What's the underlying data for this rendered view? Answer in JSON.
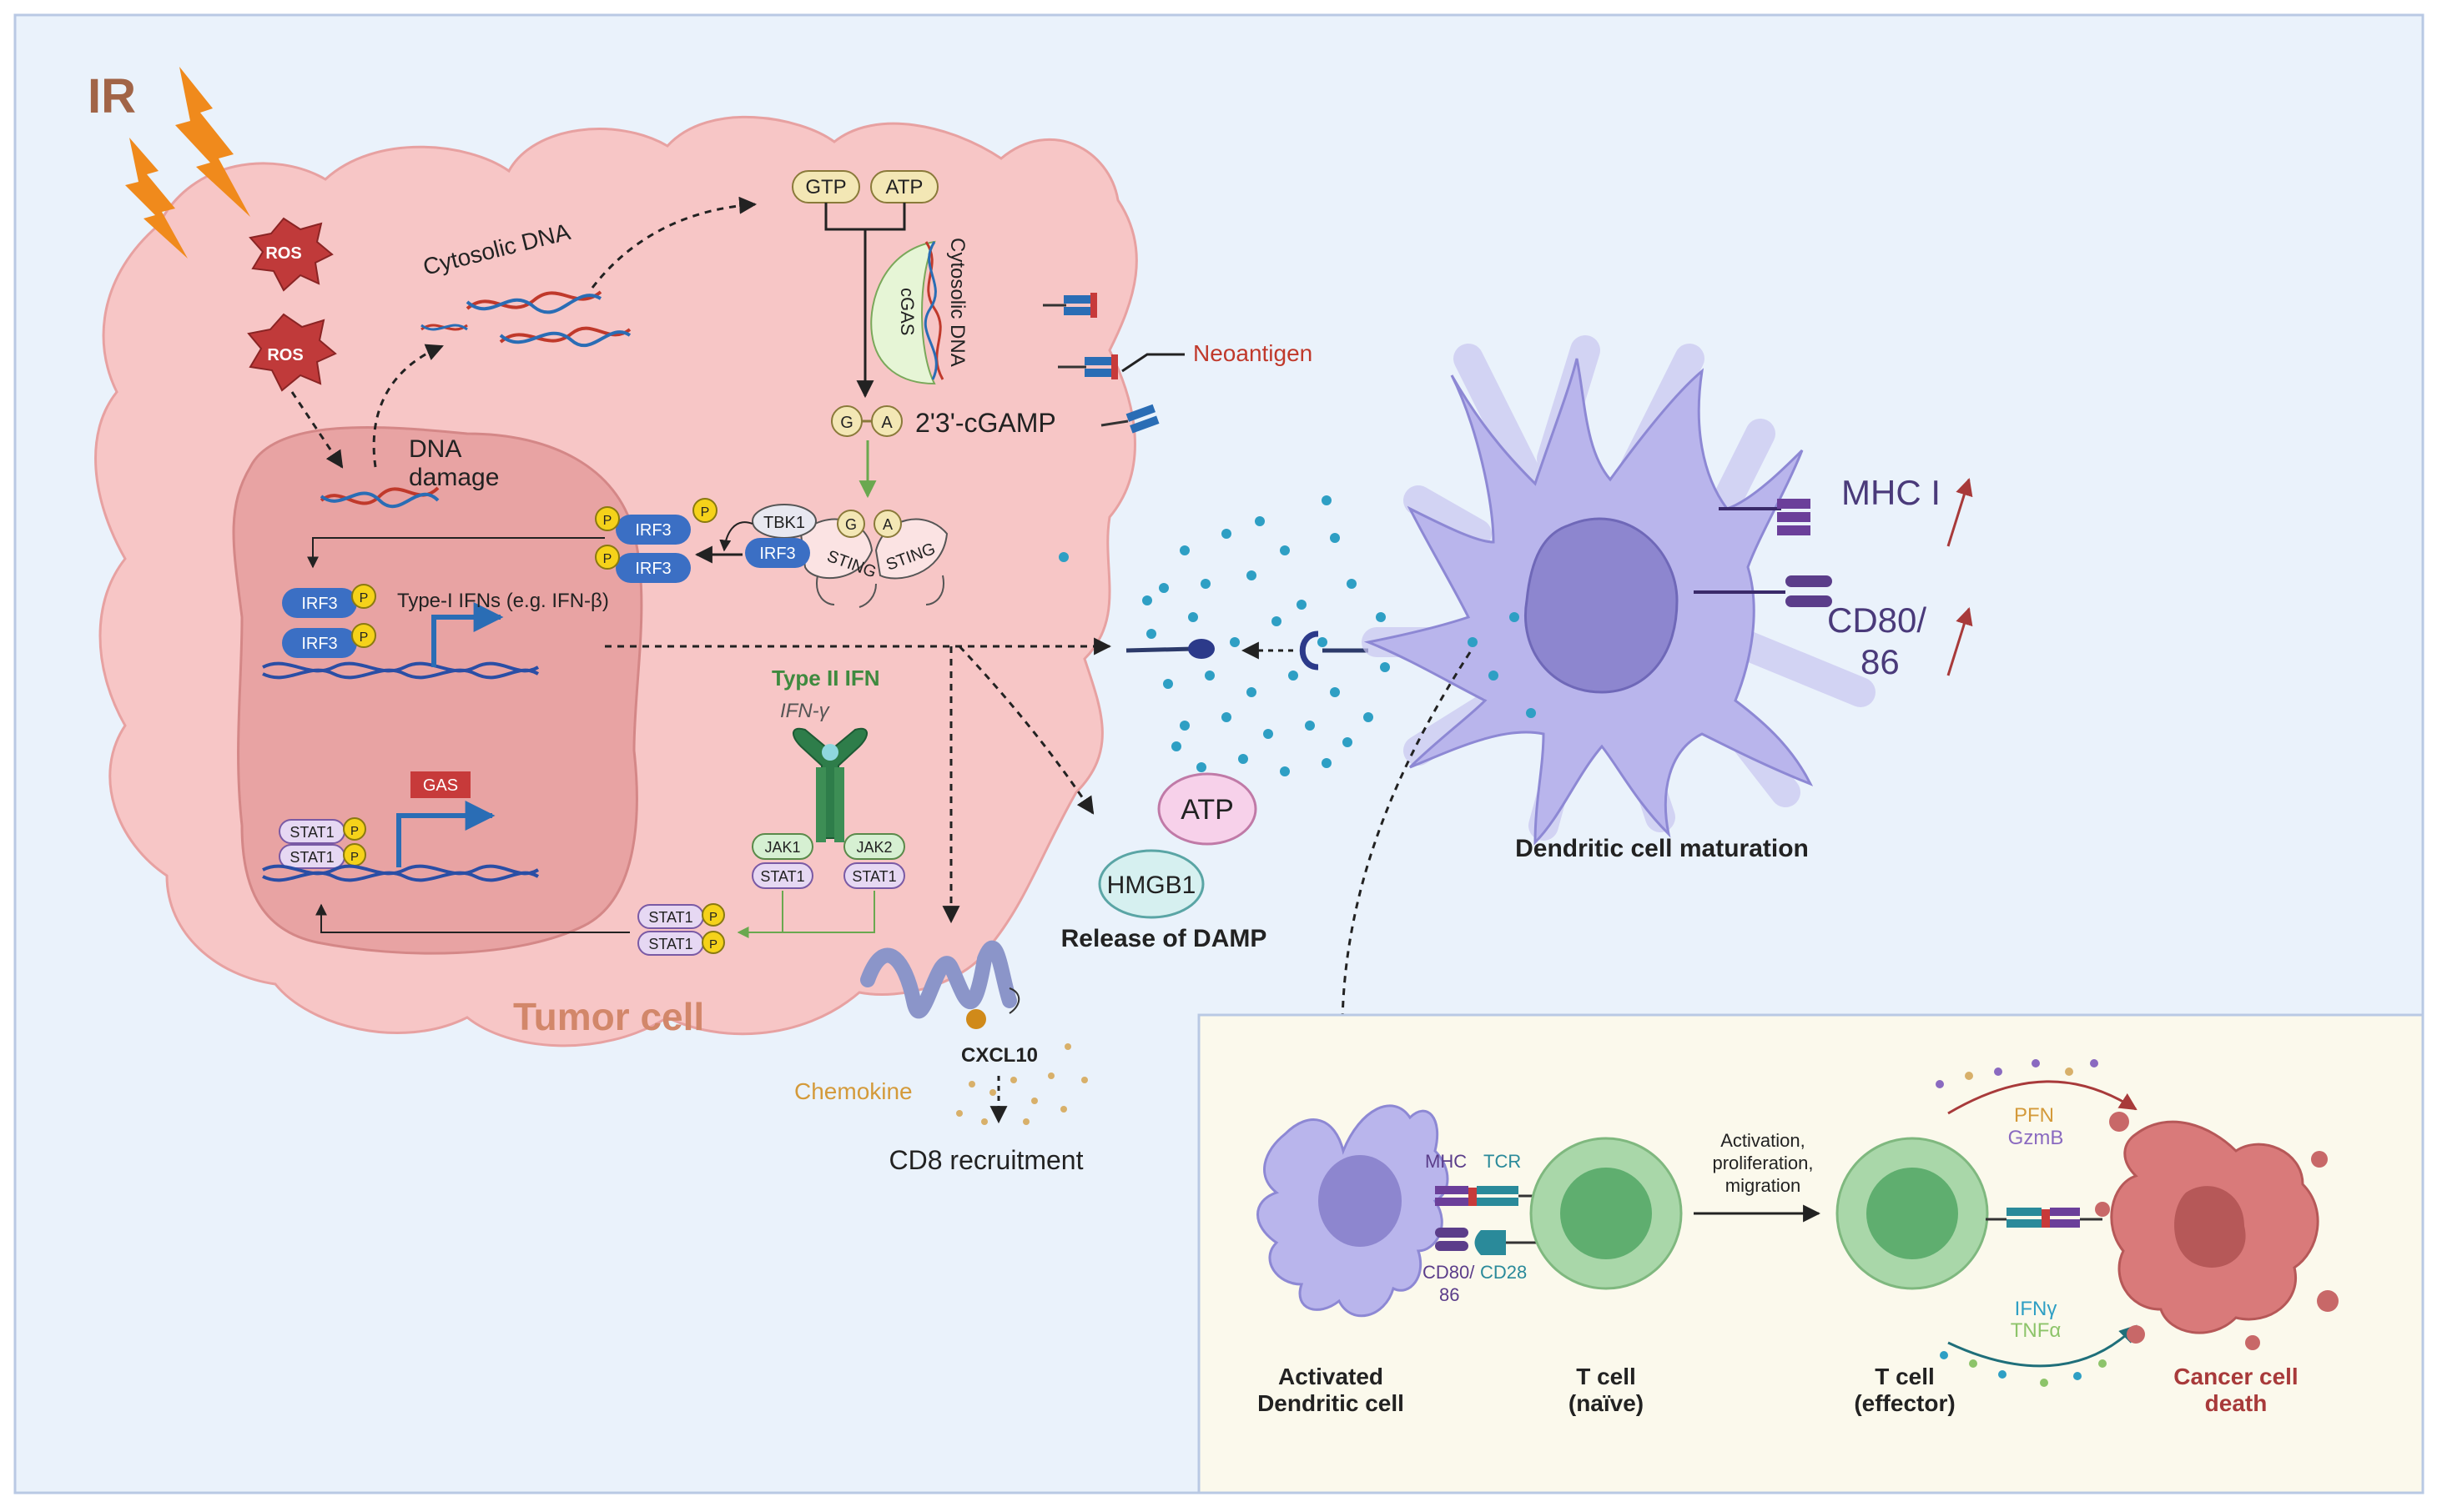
{
  "labels": {
    "ir": "IR",
    "ros": "ROS",
    "cytosolic_dna": "Cytosolic DNA",
    "dna_damage_1": "DNA",
    "dna_damage_2": "damage",
    "gtp": "GTP",
    "atp_small": "ATP",
    "cgas": "cGAS",
    "cytosolic_dna_vertical": "Cytosolic DNA",
    "g": "G",
    "a": "A",
    "cgamp": "2'3'-cGAMP",
    "tbk1": "TBK1",
    "irf3": "IRF3",
    "p": "P",
    "sting": "STING",
    "type1_ifn": "Type-I IFNs (e.g. IFN-β)",
    "type2_ifn": "Type II IFN",
    "ifn_gamma": "IFN-γ",
    "jak1": "JAK1",
    "jak2": "JAK2",
    "stat1": "STAT1",
    "gas": "GAS",
    "neoantigen": "Neoantigen",
    "tumor_cell": "Tumor cell",
    "atp": "ATP",
    "hmgb1": "HMGB1",
    "release_damp": "Release of DAMP",
    "cxcl10": "CXCL10",
    "chemokine": "Chemokine",
    "cd8_recruitment": "CD8 recruitment",
    "mhc1": "MHC I",
    "cd80_86_a": "CD80/",
    "cd80_86_b": "86",
    "dc_maturation": "Dendritic cell maturation",
    "mhc": "MHC",
    "tcr": "TCR",
    "cd80_small_a": "CD80/",
    "cd80_small_b": "86",
    "cd28": "CD28",
    "activation_1": "Activation,",
    "activation_2": "proliferation,",
    "activation_3": "migration",
    "pfn": "PFN",
    "gzmb": "GzmB",
    "ifny": "IFNγ",
    "tnfa": "TNFα",
    "activated_dc_1": "Activated",
    "activated_dc_2": "Dendritic cell",
    "tcell_naive_1": "T cell",
    "tcell_naive_2": "(naïve)",
    "tcell_eff_1": "T cell",
    "tcell_eff_2": "(effector)",
    "cancer_death_1": "Cancer cell",
    "cancer_death_2": "death"
  },
  "colors": {
    "background": "#eaf2fb",
    "tumor_fill": "#f7c6c6",
    "nucleus_fill": "#e8a3a3",
    "dc_fill": "#b9b5ec",
    "tcell_fill": "#a9d7a9",
    "inset_fill": "#fbf9ec",
    "irf3": "#3b6fc4",
    "phospho": "#f5d21a",
    "ir_orange": "#f08a1c",
    "ros_red": "#c03a3a",
    "tumor_label": "#d2876a",
    "neoantigen_label": "#c0392b",
    "damp_dot": "#2e9fc4",
    "cancer_death": "#a83a3a"
  },
  "icons": [
    "lightning-icon",
    "dna-helix-icon",
    "receptor-icon",
    "cell-icon"
  ]
}
